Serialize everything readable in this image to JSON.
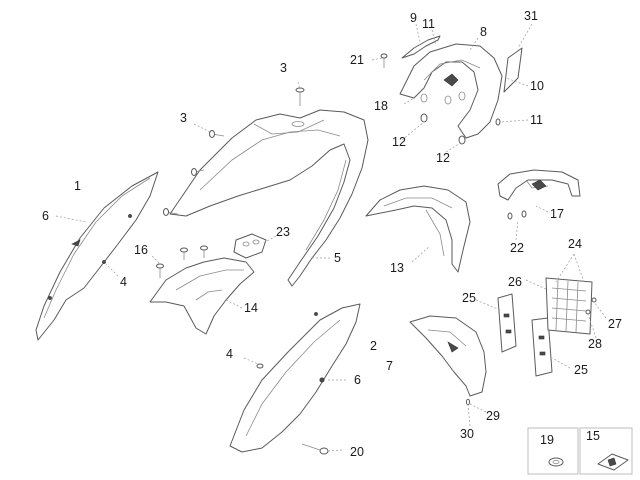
{
  "diagram": {
    "callouts": [
      {
        "id": "c1",
        "text": "1"
      },
      {
        "id": "c2",
        "text": "2"
      },
      {
        "id": "c3a",
        "text": "3"
      },
      {
        "id": "c3b",
        "text": "3"
      },
      {
        "id": "c4a",
        "text": "4"
      },
      {
        "id": "c4b",
        "text": "4"
      },
      {
        "id": "c5",
        "text": "5"
      },
      {
        "id": "c6a",
        "text": "6"
      },
      {
        "id": "c6b",
        "text": "6"
      },
      {
        "id": "c7",
        "text": "7"
      },
      {
        "id": "c8",
        "text": "8"
      },
      {
        "id": "c9",
        "text": "9"
      },
      {
        "id": "c10",
        "text": "10"
      },
      {
        "id": "c11a",
        "text": "11"
      },
      {
        "id": "c11b",
        "text": "11"
      },
      {
        "id": "c12a",
        "text": "12"
      },
      {
        "id": "c12b",
        "text": "12"
      },
      {
        "id": "c13",
        "text": "13"
      },
      {
        "id": "c14",
        "text": "14"
      },
      {
        "id": "c15",
        "text": "15"
      },
      {
        "id": "c16",
        "text": "16"
      },
      {
        "id": "c17",
        "text": "17"
      },
      {
        "id": "c18",
        "text": "18"
      },
      {
        "id": "c19",
        "text": "19"
      },
      {
        "id": "c20",
        "text": "20"
      },
      {
        "id": "c21",
        "text": "21"
      },
      {
        "id": "c22",
        "text": "22"
      },
      {
        "id": "c23",
        "text": "23"
      },
      {
        "id": "c24",
        "text": "24"
      },
      {
        "id": "c25a",
        "text": "25"
      },
      {
        "id": "c25b",
        "text": "25"
      },
      {
        "id": "c26",
        "text": "26"
      },
      {
        "id": "c27",
        "text": "27"
      },
      {
        "id": "c28",
        "text": "28"
      },
      {
        "id": "c29",
        "text": "29"
      },
      {
        "id": "c30",
        "text": "30"
      },
      {
        "id": "c31",
        "text": "31"
      }
    ]
  }
}
